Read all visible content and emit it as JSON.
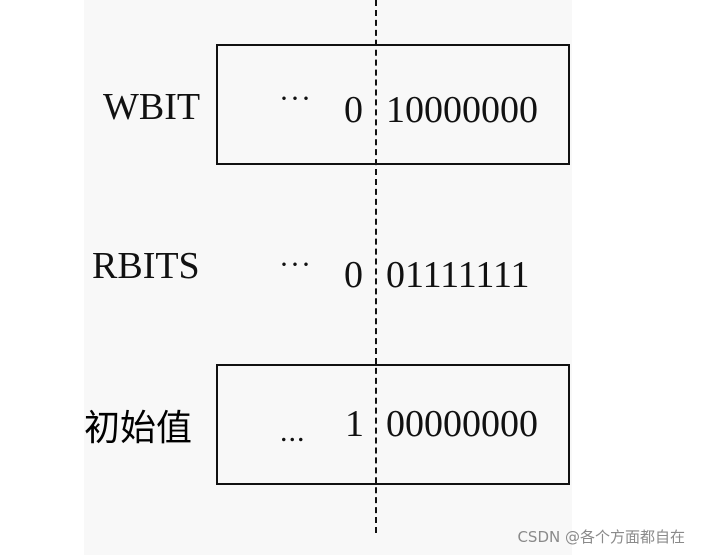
{
  "rows": [
    {
      "label": "WBIT",
      "ellipsis": "···",
      "high_bit": "0",
      "low_bits": "10000000",
      "boxed": true
    },
    {
      "label": "RBITS",
      "ellipsis": "···",
      "high_bit": "0",
      "low_bits": "01111111",
      "boxed": false
    },
    {
      "label": "初始值",
      "ellipsis": "...",
      "high_bit": "1",
      "low_bits": "00000000",
      "boxed": true
    }
  ],
  "watermark": "CSDN @各个方面都自在"
}
